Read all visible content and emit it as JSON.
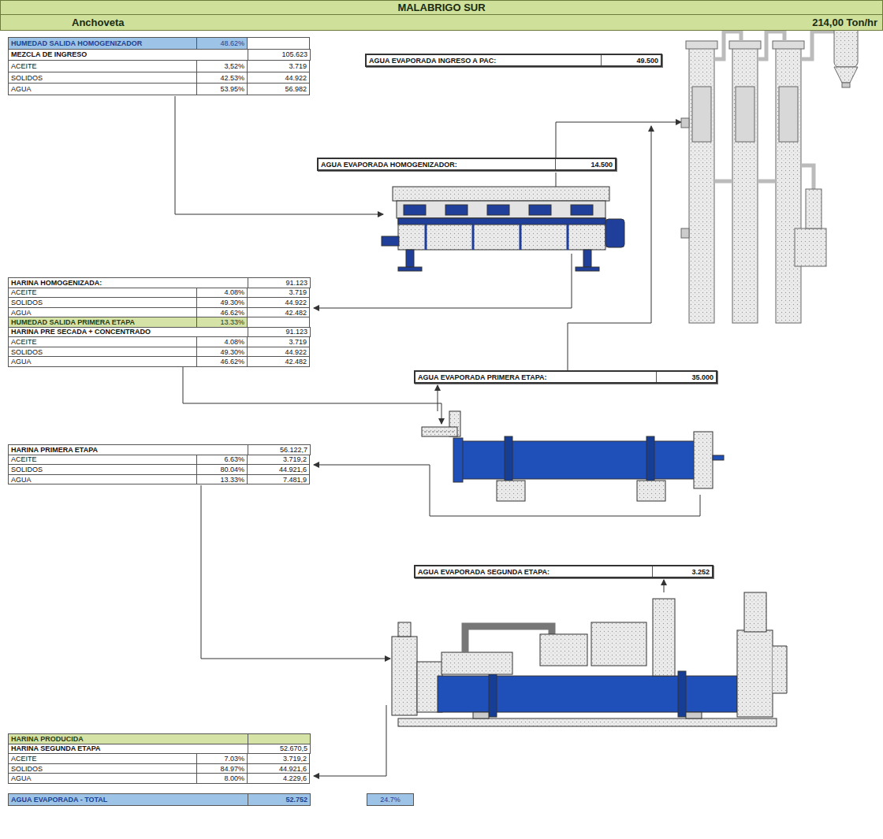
{
  "diagram": {
    "title": "MALABRIGO SUR",
    "nodes": [
      {
        "text": [
          "Anchoveta",
          "214,00 Ton/hr"
        ]
      },
      {
        "text": [
          "HUMEDAD SALIDA HOMOGENIZADOR",
          "48.62%",
          "MEZCLA DE INGRESO",
          "105.623",
          "ACEITE",
          "3,52%",
          "3.719",
          "SOLIDOS",
          "42.53%",
          "44.922",
          "AGUA",
          "53.95%",
          "56.982"
        ]
      },
      {
        "text": [
          "AGUA EVAPORADA INGRESO A PAC:",
          "49.500"
        ]
      },
      {
        "text": [
          "AGUA EVAPORADA HOMOGENIZADOR:",
          "14.500"
        ]
      },
      {
        "text": [
          "HARINA HOMOGENIZADA:",
          "91.123",
          "ACEITE",
          "4.08%",
          "3.719",
          "SOLIDOS",
          "49.30%",
          "44.922",
          "AGUA",
          "46.62%",
          "42.482"
        ]
      },
      {
        "text": [
          "HUMEDAD SALIDA PRIMERA ETAPA",
          "13.33%",
          "HARINA PRE SECADA + CONCENTRADO",
          "91.123",
          "ACEITE",
          "4.08%",
          "3.719",
          "SOLIDOS",
          "49.30%",
          "44.922",
          "AGUA",
          "46.62%",
          "42.482"
        ]
      },
      {
        "text": [
          "AGUA EVAPORADA PRIMERA ETAPA:",
          "35.000"
        ]
      },
      {
        "text": [
          "HARINA PRIMERA ETAPA",
          "56.122,7",
          "ACEITE",
          "6.63%",
          "3.719,2",
          "SOLIDOS",
          "80.04%",
          "44.921,6",
          "AGUA",
          "13.33%",
          "7.481,9"
        ]
      },
      {
        "text": [
          "AGUA EVAPORADA SEGUNDA ETAPA:",
          "3.252"
        ]
      },
      {
        "text": [
          "HARINA PRODUCIDA",
          "HARINA SEGUNDA ETAPA",
          "52.670,5",
          "ACEITE",
          "7.03%",
          "3.719,2",
          "SOLIDOS",
          "84.97%",
          "44.921,6",
          "AGUA",
          "8.00%",
          "4.229,6"
        ]
      },
      {
        "text": [
          "AGUA EVAPORADA - TOTAL",
          "52.752"
        ]
      },
      {
        "text": [
          "24.7%"
        ]
      }
    ]
  }
}
